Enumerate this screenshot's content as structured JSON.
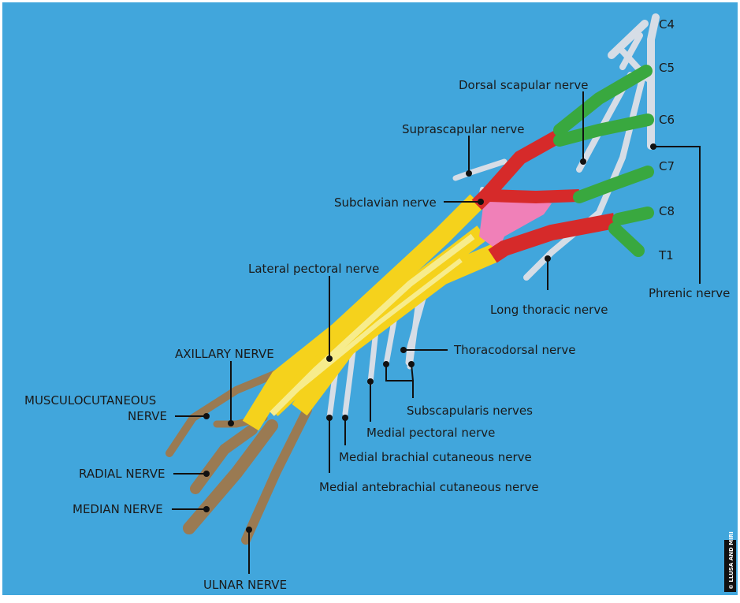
{
  "colors": {
    "background": "#41a6dc",
    "roots": "#39a83f",
    "trunks": "#d62a2a",
    "divisions": "#f080b8",
    "cords": "#f5d21c",
    "cord_highlight": "#f7ec8c",
    "terminal_branches": "#9a7a52",
    "minor_nerves": "#d6dde6"
  },
  "roots": {
    "c4": "C4",
    "c5": "C5",
    "c6": "C6",
    "c7": "C7",
    "c8": "C8",
    "t1": "T1"
  },
  "labels": {
    "dorsal_scapular": "Dorsal scapular nerve",
    "suprascapular": "Suprascapular nerve",
    "subclavian": "Subclavian nerve",
    "lateral_pectoral": "Lateral pectoral nerve",
    "long_thoracic": "Long thoracic nerve",
    "phrenic": "Phrenic nerve",
    "thoracodorsal": "Thoracodorsal nerve",
    "subscapularis": "Subscapularis nerves",
    "medial_pectoral": "Medial pectoral nerve",
    "medial_brachial": "Medial brachial cutaneous nerve",
    "medial_antebrachial": "Medial antebrachial cutaneous nerve",
    "axillary": "AXILLARY NERVE",
    "musculocutaneous_1": "MUSCULOCUTANEOUS",
    "musculocutaneous_2": "NERVE",
    "radial": "RADIAL NERVE",
    "median": "MEDIAN NERVE",
    "ulnar": "ULNAR NERVE"
  },
  "credit": "© LLUSA AND MIRI"
}
